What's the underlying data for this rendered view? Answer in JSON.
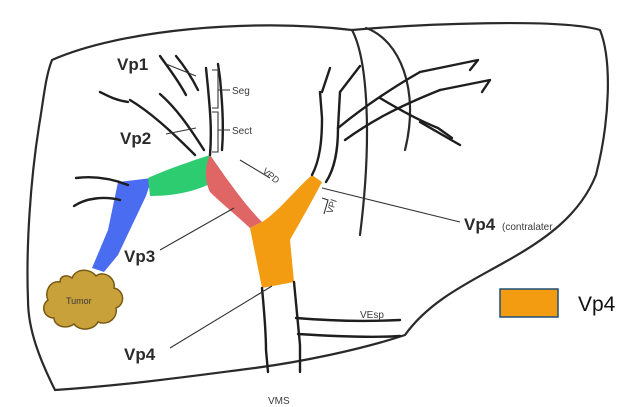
{
  "labels": {
    "vp1": "Vp1",
    "vp2": "Vp2",
    "vp3": "Vp3",
    "vp4_bottom": "Vp4",
    "vp4_right": "Vp4",
    "contralateral": "(contralater.",
    "seg": "Seg",
    "sect": "Sect",
    "vpd": "VPD",
    "vpi": "VPI",
    "vesp": "VEsp",
    "vms": "VMS",
    "tumor": "Tumor"
  },
  "legend": {
    "label": "Vp4",
    "color": "#f39c12"
  },
  "colors": {
    "vp1_blue": "#4a6cf0",
    "vp2_green": "#2ecc71",
    "vp3_red": "#e06666",
    "vp4_orange": "#f39c12",
    "tumor_fill": "#c8a13a",
    "outline": "#2a2a2a"
  }
}
